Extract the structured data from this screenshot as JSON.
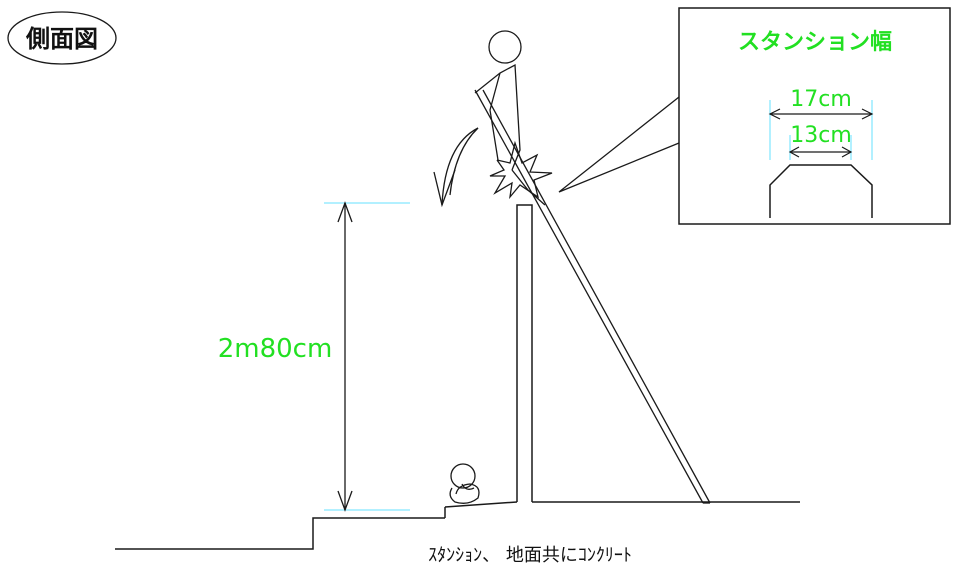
{
  "title": "側面図",
  "inset": {
    "title": "スタンション幅",
    "outer_width": "17cm",
    "inner_width": "13cm"
  },
  "height_dimension": "2m80cm",
  "ground_note": "ｽﾀﾝｼｮﾝ、 地面共にｺﾝｸﾘｰﾄ",
  "colors": {
    "line": "#1a1a1a",
    "accent_text": "#22e022",
    "guide": "#66e0ff"
  }
}
